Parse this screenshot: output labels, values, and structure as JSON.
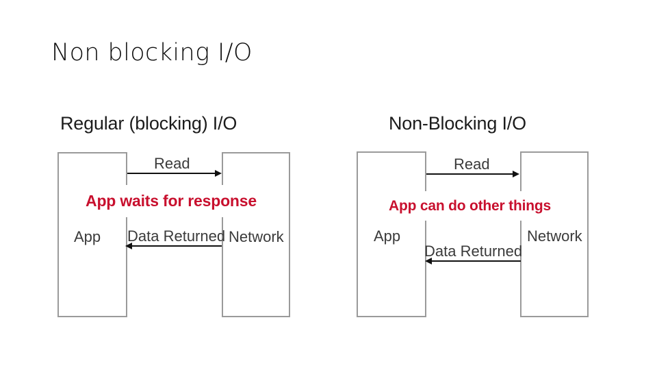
{
  "slide": {
    "title": "Non blocking I/O",
    "background_color": "#ffffff",
    "accent_color": "#c8102e",
    "box_border_color": "#9a9a9a",
    "arrow_color": "#111111"
  },
  "figures": [
    {
      "id": "regular-blocking-io",
      "title": "Regular (blocking) I/O",
      "left_pillar_label": "App",
      "right_pillar_label": "Network",
      "request_arrow_label": "Read",
      "response_arrow_label": "Data Returned",
      "banner_text": "App waits for response"
    },
    {
      "id": "non-blocking-io",
      "title": "Non-Blocking I/O",
      "left_pillar_label": "App",
      "right_pillar_label": "Network",
      "request_arrow_label": "Read",
      "response_arrow_label": "Data Returned",
      "banner_text": "App can do other things"
    }
  ]
}
